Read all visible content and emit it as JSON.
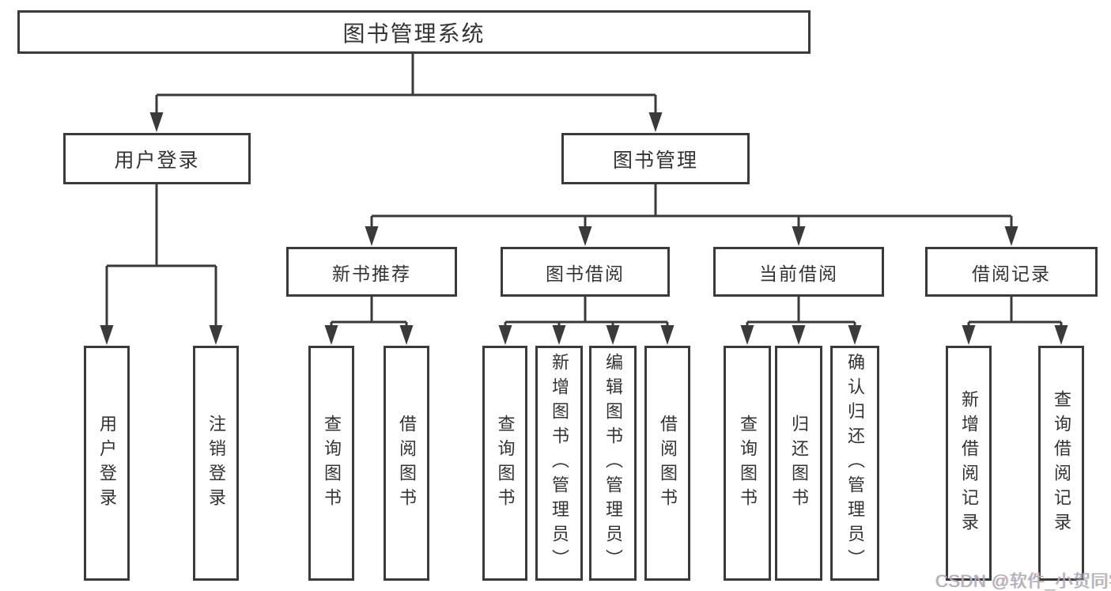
{
  "tree": {
    "label": "图书管理系统",
    "children": [
      {
        "label": "用户登录",
        "children": [
          {
            "label": "用户登录"
          },
          {
            "label": "注销登录"
          }
        ]
      },
      {
        "label": "图书管理",
        "children": [
          {
            "label": "新书推荐",
            "children": [
              {
                "label": "查询图书"
              },
              {
                "label": "借阅图书"
              }
            ]
          },
          {
            "label": "图书借阅",
            "children": [
              {
                "label": "查询图书"
              },
              {
                "label": "新增图书（管理员）"
              },
              {
                "label": "编辑图书（管理员）"
              },
              {
                "label": "借阅图书"
              }
            ]
          },
          {
            "label": "当前借阅",
            "children": [
              {
                "label": "查询图书"
              },
              {
                "label": "归还图书"
              },
              {
                "label": "确认归还（管理员）"
              }
            ]
          },
          {
            "label": "借阅记录",
            "children": [
              {
                "label": "新增借阅记录"
              },
              {
                "label": "查询借阅记录"
              }
            ]
          }
        ]
      }
    ]
  },
  "watermark": {
    "text": "CSDN @软件_小贺同学"
  },
  "colors": {
    "line": "#3a3a3a",
    "text": "#333333",
    "watermark": "#b0b0b0"
  }
}
